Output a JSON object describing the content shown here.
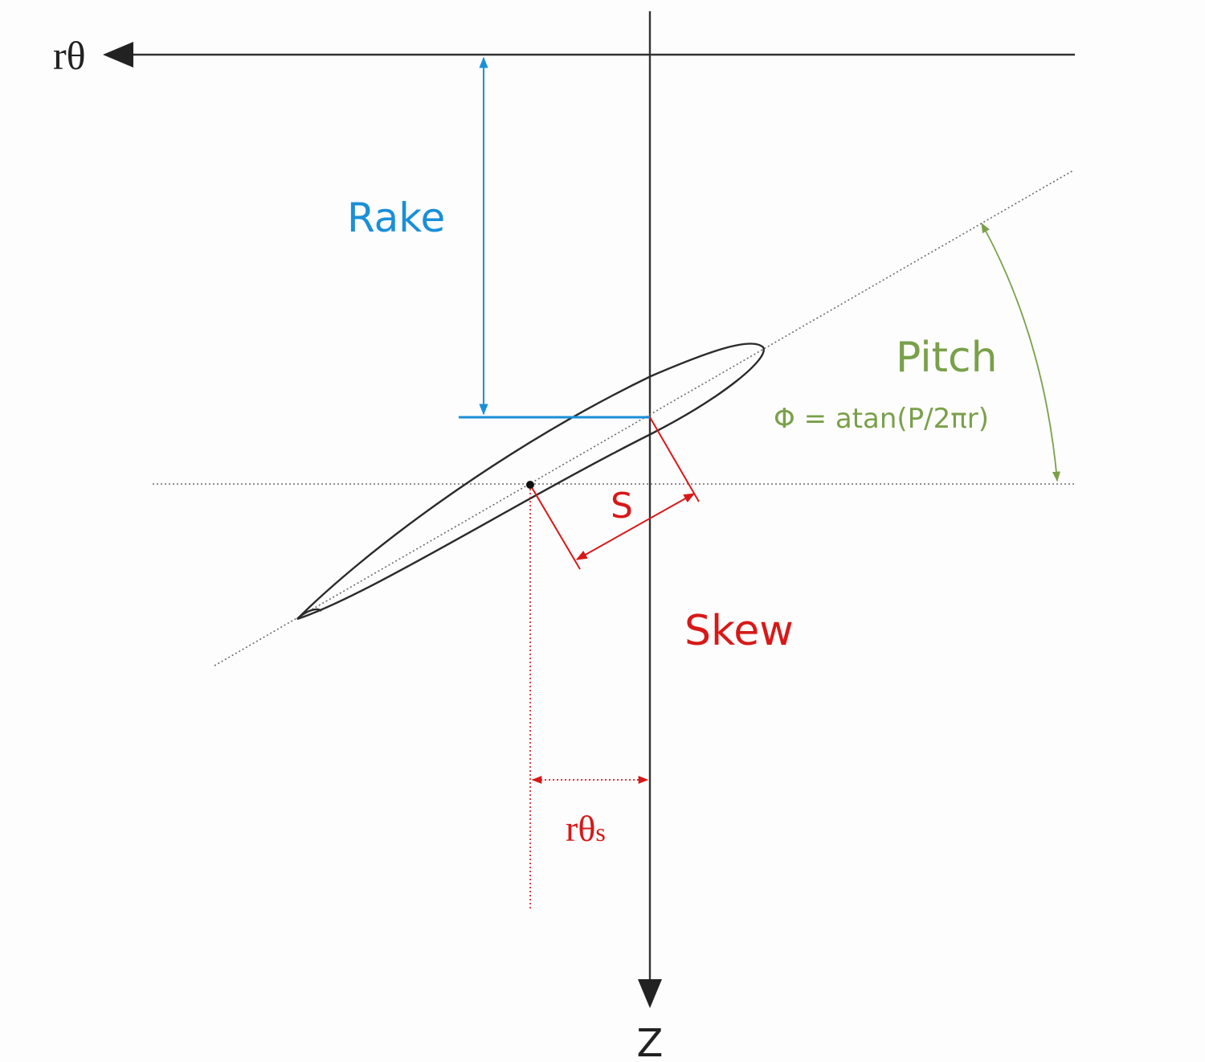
{
  "labels": {
    "r_theta_axis": "rθ",
    "z_axis": "Z",
    "rake": "Rake",
    "pitch": "Pitch",
    "pitch_formula": "Φ = atan(P/2πr)",
    "skew_s": "S",
    "skew": "Skew",
    "r_theta_s_main": "rθ",
    "r_theta_s_sub": "s"
  },
  "colors": {
    "axis": "#333333",
    "rake": "#1a8fd8",
    "pitch": "#7aa04a",
    "skew": "#d81818"
  },
  "icons": {
    "axis_arrow": "filled-triangle-arrowhead",
    "dimension_arrow": "small-line-arrowhead"
  }
}
